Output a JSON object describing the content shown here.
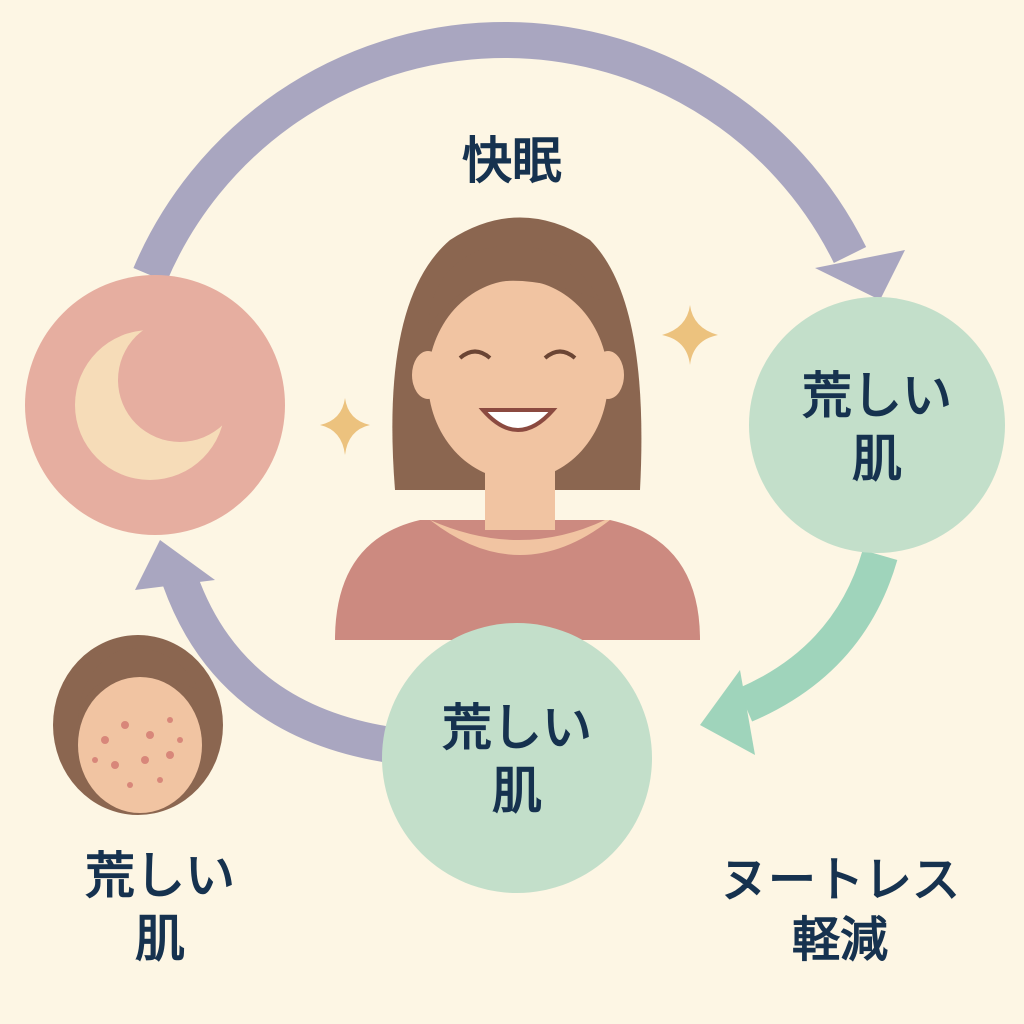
{
  "labels": {
    "top": "快眠",
    "right_circle_line1": "荒しい",
    "right_circle_line2": "肌",
    "bottom_circle_line1": "荒しい",
    "bottom_circle_line2": "肌",
    "bottom_left_line1": "荒しい",
    "bottom_left_line2": "肌",
    "bottom_right_line1": "ヌートレス",
    "bottom_right_line2": "軽減"
  },
  "colors": {
    "background": "#fdf6e4",
    "arrow_purple": "#a9a6c0",
    "arrow_green": "#9fd4bb",
    "moon_circle": "#e6aea0",
    "text": "#16324f"
  }
}
